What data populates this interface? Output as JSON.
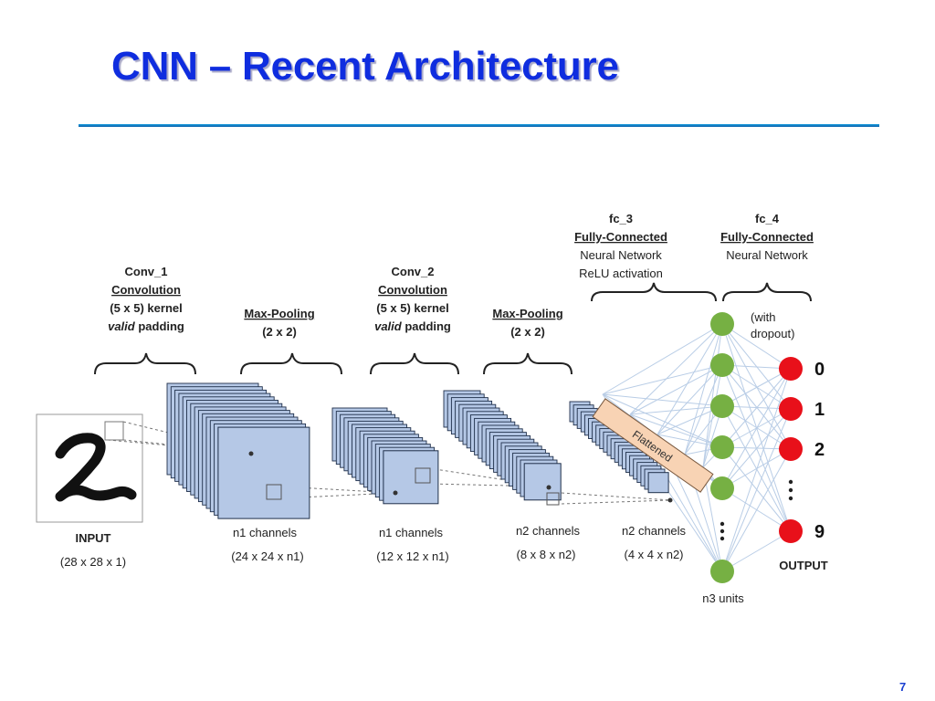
{
  "slide": {
    "title": "CNN – Recent Architecture",
    "page_number": "7"
  },
  "diagram": {
    "input": {
      "label": "INPUT",
      "dims": "(28 x 28 x 1)",
      "digit": "2"
    },
    "conv1": {
      "name": "Conv_1",
      "type": "Convolution",
      "kernel": "(5 x 5) kernel",
      "padding_em": "valid",
      "padding_rest": " padding"
    },
    "pool1": {
      "name": "Max-Pooling",
      "size": "(2 x 2)"
    },
    "conv2": {
      "name": "Conv_2",
      "type": "Convolution",
      "kernel": "(5 x 5) kernel",
      "padding_em": "valid",
      "padding_rest": " padding"
    },
    "pool2": {
      "name": "Max-Pooling",
      "size": "(2 x 2)"
    },
    "fc3": {
      "name": "fc_3",
      "type": "Fully-Connected",
      "desc1": "Neural Network",
      "desc2": "ReLU activation"
    },
    "fc4": {
      "name": "fc_4",
      "type": "Fully-Connected",
      "desc1": "Neural Network",
      "note1": "(with",
      "note2": "dropout)"
    },
    "flattened": "Flattened",
    "volumes": [
      {
        "channels": "n1 channels",
        "dims": "(24 x 24 x n1)"
      },
      {
        "channels": "n1 channels",
        "dims": "(12 x 12 x n1)"
      },
      {
        "channels": "n2 channels",
        "dims": "(8 x 8 x n2)"
      },
      {
        "channels": "n2 channels",
        "dims": "(4 x 4 x n2)"
      }
    ],
    "hidden_units": "n3 units",
    "output": {
      "label": "OUTPUT",
      "digits": [
        "0",
        "1",
        "2",
        "9"
      ]
    },
    "colors": {
      "volume_fill": "#b5c8e6",
      "volume_edge": "#1f2f4a",
      "hidden_node": "#76b043",
      "output_node": "#e8101a",
      "flattened_bar": "#f8d3b4",
      "connection": "#b9cde6"
    }
  }
}
